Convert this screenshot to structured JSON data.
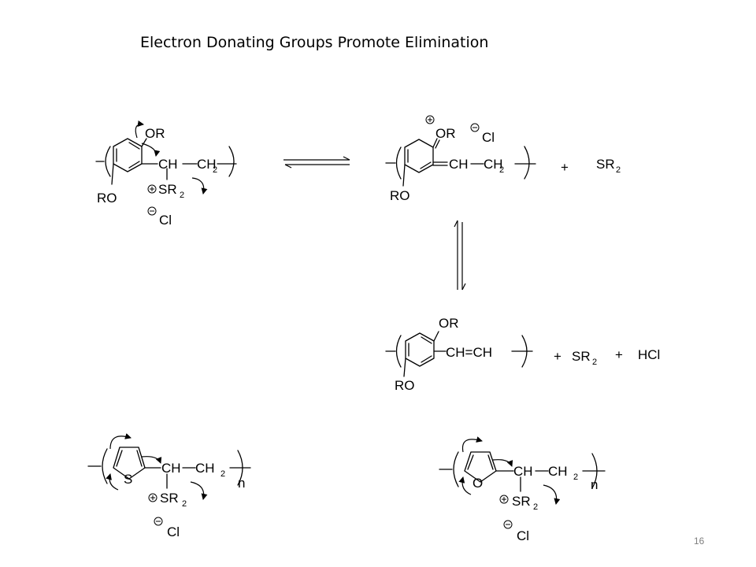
{
  "title": "Electron Donating Groups Promote Elimination",
  "page_number": "16",
  "labels": {
    "or": "OR",
    "ro": "RO",
    "ch": "CH",
    "ch2": "CH",
    "two": "2",
    "sr": "SR",
    "cl": "Cl",
    "plus": "+",
    "hcl": "HCl",
    "chch": "CH=CH",
    "s": "S",
    "o": "O",
    "n": "n"
  }
}
